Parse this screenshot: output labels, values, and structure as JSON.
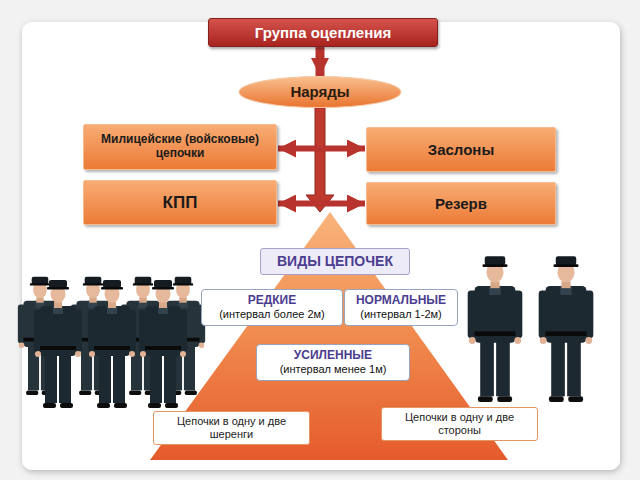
{
  "diagram": {
    "nodes": [
      {
        "text": [
          "Группа оцепления"
        ]
      },
      {
        "text": [
          "Наряды"
        ]
      },
      {
        "text": [
          "Милицейские (войсковые) цепочки"
        ]
      },
      {
        "text": [
          "Заслоны"
        ]
      },
      {
        "text": [
          "КПП"
        ]
      },
      {
        "text": [
          "Резерв"
        ]
      },
      {
        "text": [
          "ВИДЫ ЦЕПОЧЕК"
        ]
      },
      {
        "text": [
          "РЕДКИЕ",
          "(интервал более 2м)"
        ]
      },
      {
        "text": [
          "НОРМАЛЬНЫЕ",
          "(интервал 1-2м)"
        ]
      },
      {
        "text": [
          "УСИЛЕННЫЕ",
          "(интервал менее 1м)"
        ]
      },
      {
        "text": [
          "Цепочки в одну и две шеренги"
        ]
      },
      {
        "text": [
          "Цепочки в одну и две стороны"
        ]
      }
    ],
    "edges": [
      {
        "from": 0,
        "to": 1,
        "arrow": "to"
      },
      {
        "from": 2,
        "to": 3,
        "arrow": "both"
      },
      {
        "from": 4,
        "to": 5,
        "arrow": "both"
      }
    ]
  }
}
